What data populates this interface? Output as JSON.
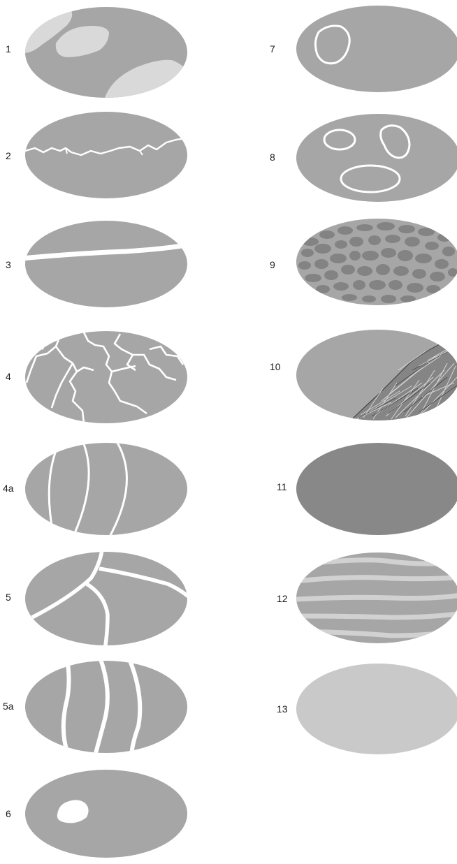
{
  "labels": {
    "p1": "1",
    "p2": "2",
    "p3": "3",
    "p4": "4",
    "p4a": "4a",
    "p5": "5",
    "p5a": "5a",
    "p6": "6",
    "p7": "7",
    "p8": "8",
    "p9": "9",
    "p10": "10",
    "p11": "11",
    "p12": "12",
    "p13": "13"
  },
  "colors": {
    "base_gray": "#a6a6a6",
    "light_patch": "#d9d9d9",
    "white_line": "#ffffff",
    "dark_spot": "#8a8a8a",
    "dark_pebble": "#858585",
    "light_pebble": "#c9c9c9",
    "stripe_light": "#d1d1d1"
  }
}
